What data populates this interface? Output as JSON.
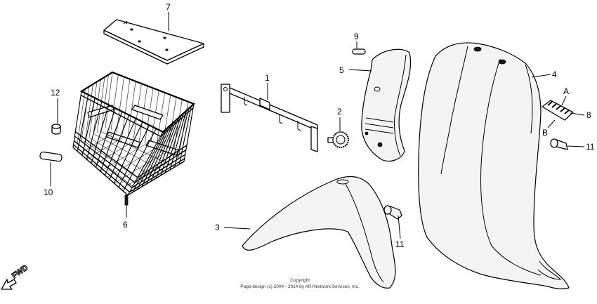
{
  "callouts": {
    "part_1": "1",
    "part_2": "2",
    "part_3": "3",
    "part_4": "4",
    "part_5": "5",
    "part_6": "6",
    "part_7": "7",
    "part_8": "8",
    "part_9": "9",
    "part_10": "10",
    "part_11_upper": "11",
    "part_11_lower": "11",
    "part_12": "12",
    "letter_a": "A",
    "letter_b": "B"
  },
  "direction_marker": "FWD",
  "copyright": {
    "line1": "Copyright",
    "line2": "Page design (c) 2004 - 2014 by ARI Network Services, Inc."
  },
  "colors": {
    "line": "#000000",
    "background": "#ffffff"
  }
}
